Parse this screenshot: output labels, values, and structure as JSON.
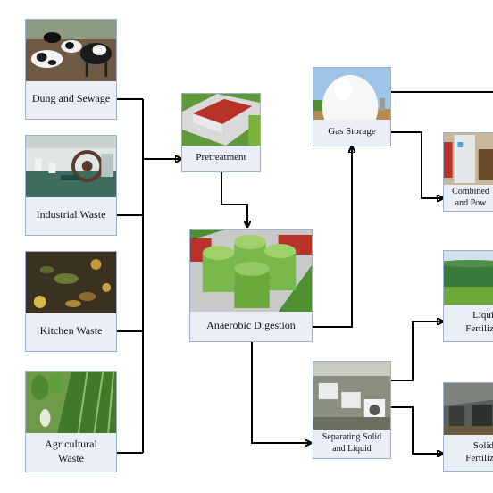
{
  "nodes": {
    "dung": "Dung and Sewage",
    "industrial": "Industrial Waste",
    "kitchen": "Kitchen Waste",
    "agri_line1": "Agricultural",
    "agri_line2": "Waste",
    "pretreatment": "Pretreatment",
    "digestion": "Anaerobic Digestion",
    "gas": "Gas Storage",
    "separating_line1": "Separating Solid",
    "separating_line2": "and Liquid",
    "chp_line1": "Combined",
    "chp_line2": "and Pow",
    "liquid_line1": "Liqui",
    "liquid_line2": "Fertiliz",
    "solid_line1": "Solid",
    "solid_line2": "Fertiliz"
  }
}
